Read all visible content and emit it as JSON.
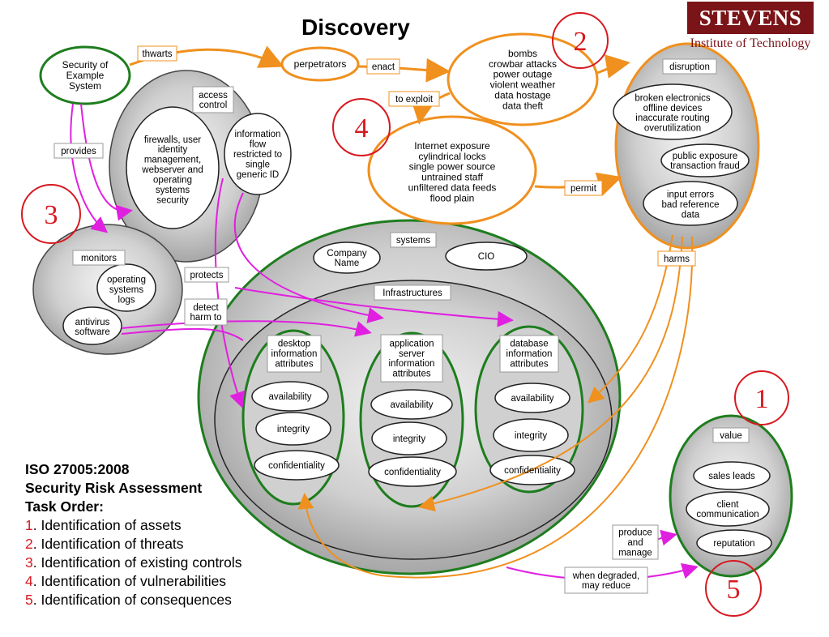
{
  "title": "Discovery",
  "logo": {
    "top": "STEVENS",
    "bottom": "Institute of Technology"
  },
  "colors": {
    "green": "#1e7d1e",
    "orange": "#f0901e",
    "magenta": "#e020e0",
    "red": "#d71920",
    "brand": "#7a1418"
  },
  "nodes": {
    "security": [
      "Security of",
      "Example",
      "System"
    ],
    "perpetrators": "perpetrators",
    "threats": [
      "bombs",
      "crowbar attacks",
      "power outage",
      "violent weather",
      "data hostage",
      "data theft"
    ],
    "vulnerabilities": [
      "Internet exposure",
      "cylindrical locks",
      "single power source",
      "untrained staff",
      "unfiltered data feeds",
      "flood plain"
    ],
    "access_control": {
      "label": [
        "access",
        "control"
      ],
      "firewalls": [
        "firewalls, user",
        "identity",
        "management,",
        "webserver and",
        "operating",
        "systems",
        "security"
      ],
      "info_flow": [
        "information",
        "flow",
        "restricted to",
        "single",
        "generic ID"
      ]
    },
    "monitors": {
      "label": "monitors",
      "os_logs": [
        "operating",
        "systems",
        "logs"
      ],
      "antivirus": [
        "antivirus",
        "software"
      ]
    },
    "disruption": {
      "label": "disruption",
      "broken": [
        "broken electronics",
        "offline devices",
        "inaccurate routing",
        "overutilization"
      ],
      "public": [
        "public exposure",
        "transaction fraud"
      ],
      "input": [
        "input errors",
        "bad reference",
        "data"
      ]
    },
    "systems": {
      "label": "systems",
      "company": [
        "Company",
        "Name"
      ],
      "cio": "CIO",
      "infra": "Infrastructures"
    },
    "desktop": {
      "label": [
        "desktop",
        "information",
        "attributes"
      ],
      "attrs": [
        "availability",
        "integrity",
        "confidentiality"
      ]
    },
    "appserver": {
      "label": [
        "application",
        "server",
        "information",
        "attributes"
      ],
      "attrs": [
        "availability",
        "integrity",
        "confidentiality"
      ]
    },
    "database": {
      "label": [
        "database",
        "information",
        "attributes"
      ],
      "attrs": [
        "availability",
        "integrity",
        "confidentiality"
      ]
    },
    "value": {
      "label": "value",
      "items": [
        [
          "sales leads"
        ],
        [
          "client",
          "communication"
        ],
        [
          "reputation"
        ]
      ]
    }
  },
  "edges": {
    "thwarts": "thwarts",
    "enact": "enact",
    "to_exploit": "to exploit",
    "provides": "provides",
    "permit": "permit",
    "harms": "harms",
    "protects": "protects",
    "detect": [
      "detect",
      "harm to"
    ],
    "produce": [
      "produce",
      "and",
      "manage"
    ],
    "degraded": [
      "when degraded,",
      "may reduce"
    ]
  },
  "step_markers": [
    "1",
    "2",
    "3",
    "4",
    "5"
  ],
  "task": {
    "heading": [
      "ISO 27005:2008",
      "Security Risk Assessment",
      "Task Order:"
    ],
    "steps": [
      {
        "num": "1",
        "text": ". Identification of assets"
      },
      {
        "num": "2",
        "text": ". Identification of threats"
      },
      {
        "num": "3",
        "text": ". Identification of existing controls"
      },
      {
        "num": "4",
        "text": ". Identification of vulnerabilities"
      },
      {
        "num": "5",
        "text": ". Identification of consequences"
      }
    ]
  }
}
